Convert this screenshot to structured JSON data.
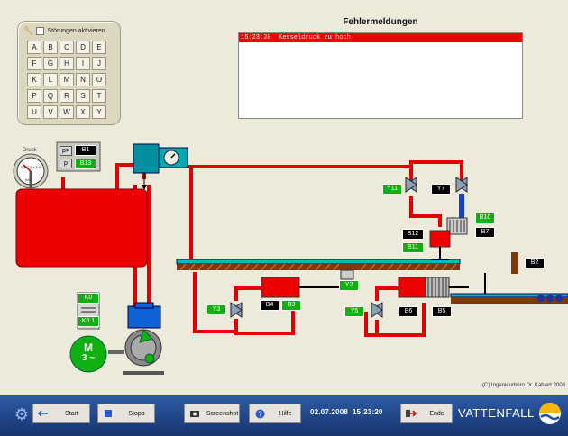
{
  "fault_panel": {
    "checkbox_label": "Störungen aktivieren",
    "keys": [
      "A",
      "B",
      "C",
      "D",
      "E",
      "F",
      "G",
      "H",
      "I",
      "J",
      "K",
      "L",
      "M",
      "N",
      "O",
      "P",
      "Q",
      "R",
      "S",
      "T",
      "U",
      "V",
      "W",
      "X",
      "Y"
    ]
  },
  "error_log": {
    "title": "Fehlermeldungen",
    "entries": [
      {
        "text": "15:23:20  Kesseldruck zu hoch",
        "color": "#f00000"
      }
    ]
  },
  "pressure_gauge": {
    "label": "Druck",
    "unit": "bar",
    "scale": "0 1 2 3 4 5 6"
  },
  "sensor_box": {
    "p_high": "p>",
    "p_low": "p",
    "b1": "B1",
    "b13": "B13"
  },
  "labels": {
    "y11": "Y11",
    "y7": "Y7",
    "b10": "B10",
    "b12": "B12",
    "b7": "B7",
    "b11": "B11",
    "b2": "B2",
    "y2": "Y2",
    "y3": "Y3",
    "b4": "B4",
    "b3": "B3",
    "y5": "Y5",
    "b6": "B6",
    "b5": "B5",
    "k0": "K0",
    "k01": "K0.1"
  },
  "motor": {
    "line1": "M",
    "line2": "3 ~"
  },
  "copyright": "(C) Ingenieurbüro Dr. Kahlert 2008",
  "taskbar": {
    "start": "Start",
    "stop": "Stopp",
    "screenshot": "Screenshot",
    "help": "Hilfe",
    "date": "02.07.2008",
    "time": "15:23:20",
    "exit": "Ende",
    "brand": "VATTENFALL"
  },
  "colors": {
    "pipe": "#e00000",
    "tank": "#ee0000",
    "sensor_black": "#000000",
    "sensor_green": "#10b010",
    "taskbar": "#1f4a90",
    "cylinder_blue": "#1060d8",
    "teal": "#00a0a8"
  }
}
